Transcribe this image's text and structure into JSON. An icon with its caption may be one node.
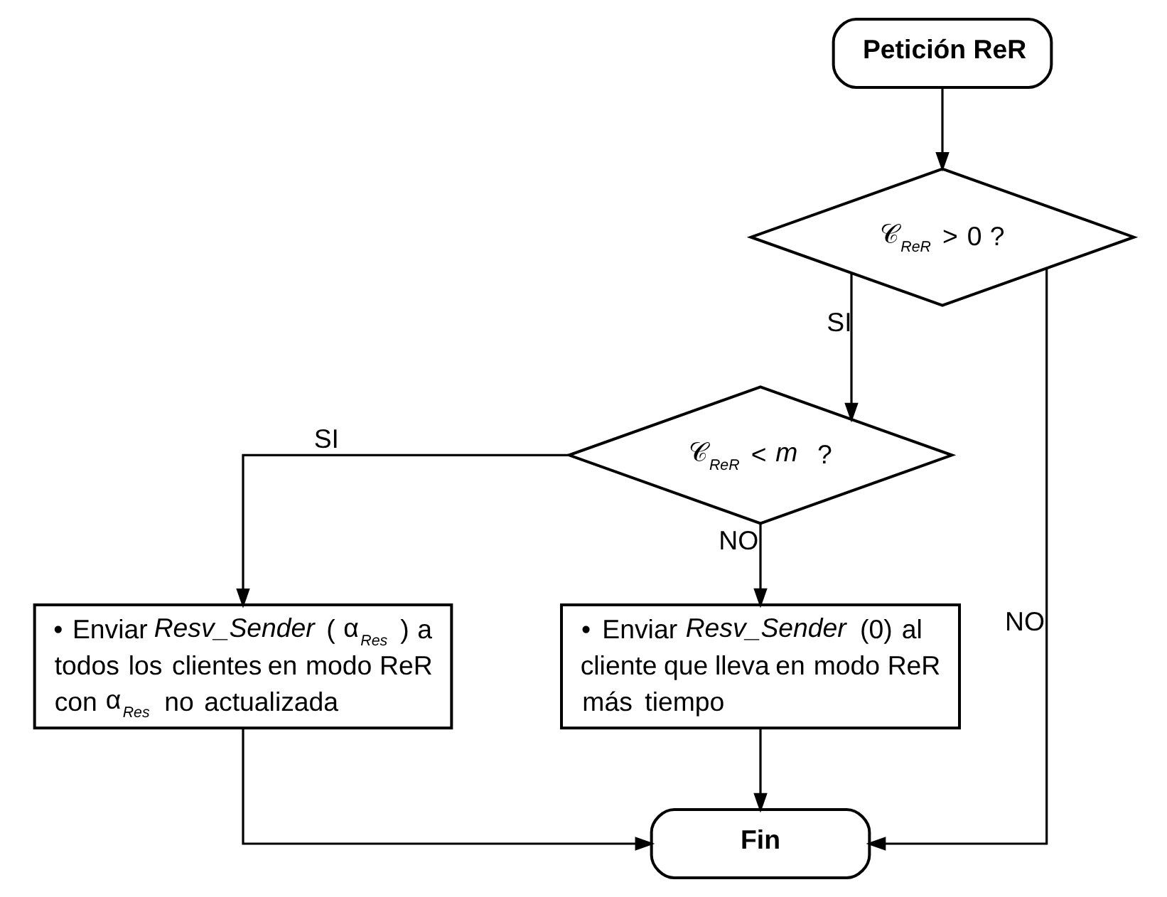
{
  "diagram": {
    "nodes": [
      {
        "text": [
          "Petición ReR"
        ]
      },
      {
        "text": [
          "𝒞$_{ReR}$ > 0 ?"
        ]
      },
      {
        "text": [
          "𝒞$_{ReR}$ < *m* ?"
        ]
      },
      {
        "text": [
          "• Enviar *Resv_Sender* ( α$_{Res}$ ) a todos los clientes en modo ReR con α$_{Res}$ no actualizada"
        ]
      },
      {
        "text": [
          "• Enviar *Resv_Sender* (0) al cliente que lleva en modo ReR más tiempo"
        ]
      },
      {
        "text": [
          "Fin"
        ]
      }
    ],
    "edges": [
      {
        "from": 0,
        "to": 1,
        "arrow": "to"
      },
      {
        "from": 1,
        "to": 2,
        "arrow": "to",
        "label": "SI"
      },
      {
        "from": 1,
        "to": 5,
        "arrow": "to",
        "label": "NO"
      },
      {
        "from": 2,
        "to": 3,
        "arrow": "to",
        "label": "SI"
      },
      {
        "from": 2,
        "to": 4,
        "arrow": "to",
        "label": "NO"
      },
      {
        "from": 3,
        "to": 5,
        "arrow": "to"
      },
      {
        "from": 4,
        "to": 5,
        "arrow": "to"
      }
    ]
  }
}
